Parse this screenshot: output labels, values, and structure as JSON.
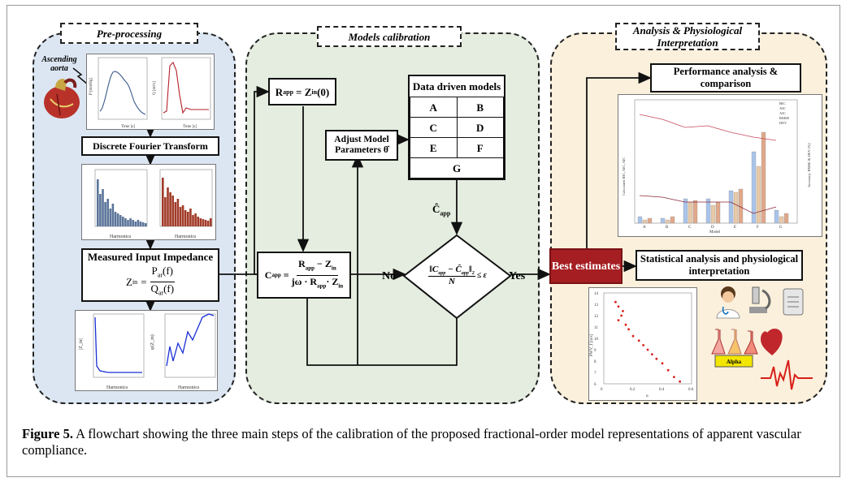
{
  "sections": {
    "preprocessing": "Pre-processing",
    "calibration": "Models calibration",
    "analysis": "Analysis & Physiological Interpretation"
  },
  "preprocessing": {
    "ascending_aorta": "Ascending aorta",
    "dft_label": "Discrete Fourier Transform",
    "impedance_title": "Measured Input Impedance",
    "impedance_lhs": "Z",
    "impedance_lhs_sub": "in",
    "impedance_num": "P",
    "impedance_num_sub": "ar",
    "impedance_den": "Q",
    "impedance_den_sub": "ar",
    "impedance_arg": "(f)",
    "plot_time_xlabel": "Time [s]",
    "plot_harmonics_xlabel": "Harmonics",
    "plot_pressure_ylabel": "P [mmHg]",
    "plot_flow_ylabel": "Q [ml/s]",
    "plot_mag_ylabel": "|Z_in|",
    "plot_phase_ylabel": "φ(Z_in)"
  },
  "calibration": {
    "r_app_lhs": "R",
    "r_app_sub": "app",
    "r_app_rhs": "= Z",
    "r_app_rhs_sub": "in",
    "r_app_arg": "(0)",
    "c_app_lhs": "C",
    "c_app_sub": "app",
    "c_app_num": "R",
    "c_app_den": "jω · R",
    "adjust_label": "Adjust Model Parameters θ̂",
    "data_models_title": "Data driven models",
    "models": [
      "A",
      "B",
      "C",
      "D",
      "E",
      "F",
      "G"
    ],
    "c_hat": "Ĉ",
    "c_hat_sub": "app",
    "decision_num": "‖C",
    "decision_den": "N",
    "decision_eps": "≤ ε",
    "no_label": "No",
    "yes_label": "Yes"
  },
  "analysis": {
    "performance_label": "Performance analysis & comparison",
    "best_estimates_label": "Best estimates",
    "statistical_label": "Statistical analysis and physiological interpretation",
    "alpha_label": "Alpha",
    "perf_xlabel": "Model",
    "perf_ylabel_left": "Calculated BIC, AIC, AIC",
    "perf_ylabel_right": "Accuracy: RMSE & DEV [%]",
    "perf_legend": [
      "BIC",
      "AIC",
      "AIC",
      "RMSE",
      "DEV"
    ],
    "scatter_ylabel": "PWV_f [m/s]",
    "scatter_xlabel": "α"
  },
  "caption": {
    "label": "Figure 5.",
    "text": " A flowchart showing the three main steps of the calibration of the proposed fractional-order model representations of apparent vascular compliance."
  },
  "colors": {
    "preprocessing_bg": "#dce6f3",
    "calibration_bg": "#e4eddf",
    "analysis_bg": "#fbf0dc",
    "best_estimates": "#a51e22",
    "dft_bars_blue": "#5b7499",
    "dft_bars_red": "#a13b28"
  }
}
